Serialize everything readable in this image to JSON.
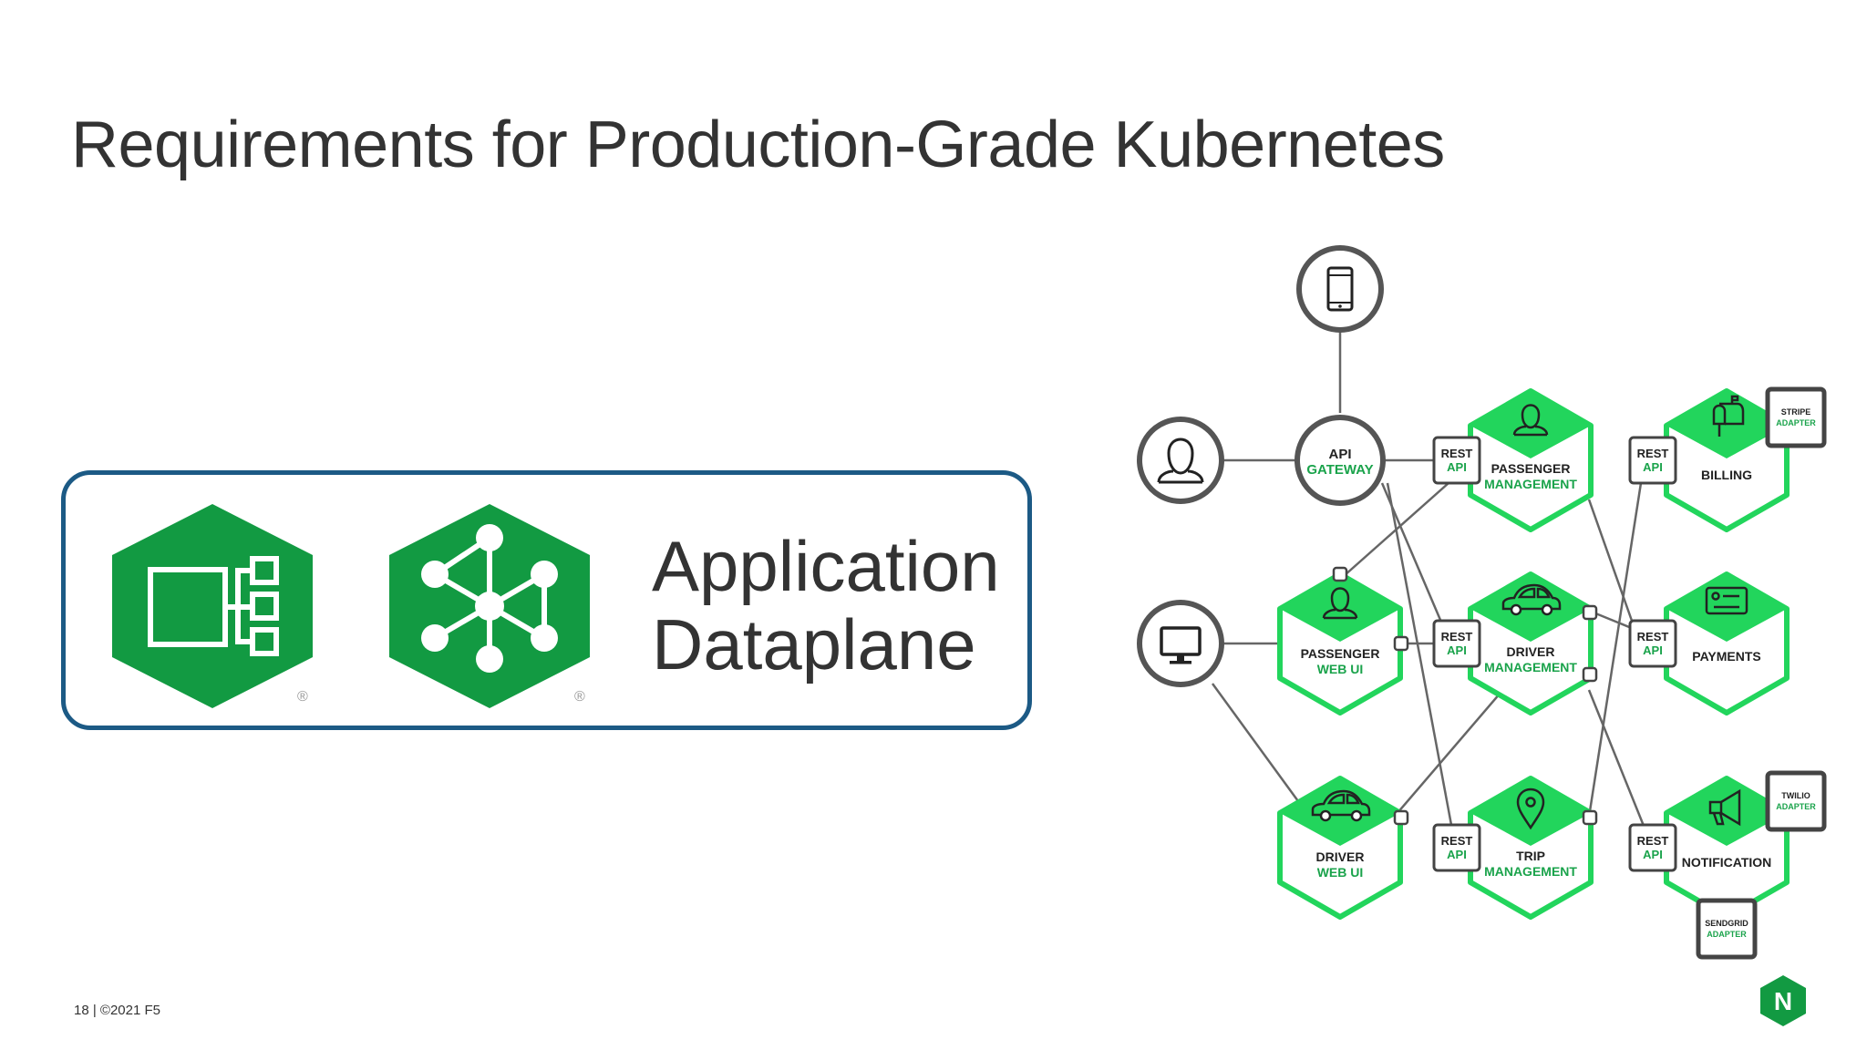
{
  "slide": {
    "title": "Requirements for Production-Grade Kubernetes",
    "footer": "18 | ©2021 F5"
  },
  "card": {
    "title_line1": "Application",
    "title_line2": "Dataplane",
    "registered_mark": "®"
  },
  "logo": {
    "letter": "N"
  },
  "diagram": {
    "api_gateway": {
      "line1": "API",
      "line2": "GATEWAY"
    },
    "rest_api": {
      "line1": "REST",
      "line2": "API"
    },
    "services": [
      {
        "id": "passenger-management",
        "line1": "PASSENGER",
        "line2": "MANAGEMENT"
      },
      {
        "id": "billing",
        "line1": "BILLING",
        "line2": ""
      },
      {
        "id": "passenger-web-ui",
        "line1": "PASSENGER",
        "line2": "WEB UI"
      },
      {
        "id": "driver-management",
        "line1": "DRIVER",
        "line2": "MANAGEMENT"
      },
      {
        "id": "payments",
        "line1": "PAYMENTS",
        "line2": ""
      },
      {
        "id": "driver-web-ui",
        "line1": "DRIVER",
        "line2": "WEB UI"
      },
      {
        "id": "trip-management",
        "line1": "TRIP",
        "line2": "MANAGEMENT"
      },
      {
        "id": "notification",
        "line1": "NOTIFICATION",
        "line2": ""
      }
    ],
    "adapters": [
      {
        "id": "stripe",
        "line1": "STRIPE",
        "line2": "ADAPTER"
      },
      {
        "id": "twilio",
        "line1": "TWILIO",
        "line2": "ADAPTER"
      },
      {
        "id": "sendgrid",
        "line1": "SENDGRID",
        "line2": "ADAPTER"
      }
    ]
  },
  "colors": {
    "brand_green": "#129a42",
    "node_green": "#22d55c",
    "label_green": "#1aa34b",
    "card_border": "#1c5a85",
    "text": "#333333"
  }
}
